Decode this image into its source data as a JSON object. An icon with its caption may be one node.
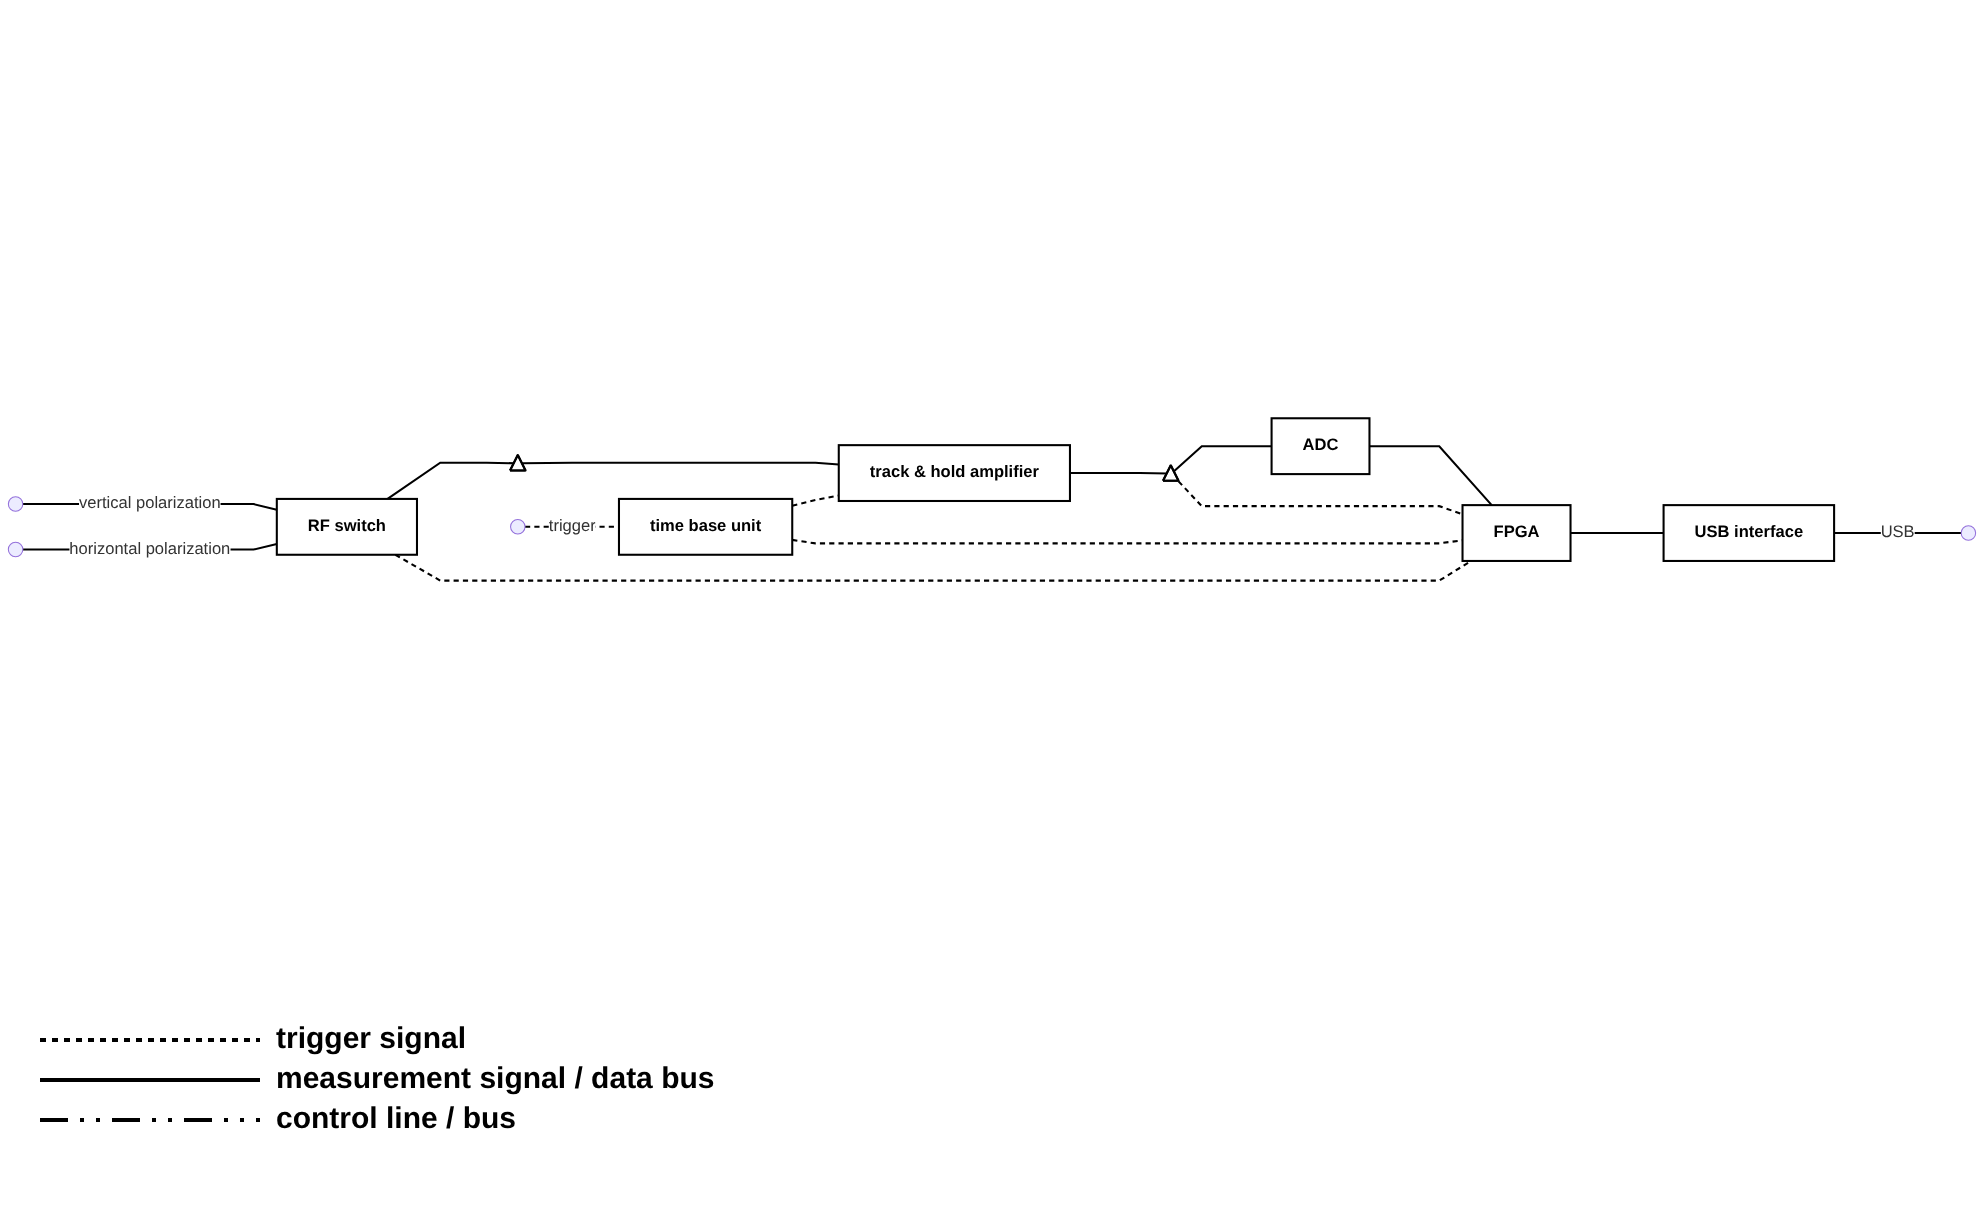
{
  "diagram": {
    "nodes": [
      {
        "text": [
          "time base unit"
        ]
      },
      {
        "text": [
          "RF switch"
        ]
      },
      {
        "text": [],
        "shape": "triangle"
      },
      {
        "text": [
          "track & hold amplifier"
        ]
      },
      {
        "text": [],
        "shape": "triangle"
      },
      {
        "text": [
          "ADC"
        ]
      },
      {
        "text": [
          "FPGA"
        ]
      },
      {
        "text": [
          "USB interface"
        ]
      }
    ],
    "edges": [
      {
        "from": null,
        "to": 0,
        "arrow": "none",
        "label": "trigger",
        "style": "dashed"
      },
      {
        "from": 0,
        "to": 3,
        "arrow": "none",
        "style": "dashed"
      },
      {
        "from": null,
        "to": 1,
        "arrow": "none",
        "label": "vertical polarization"
      },
      {
        "from": null,
        "to": 1,
        "arrow": "none",
        "label": "horizontal polarization"
      },
      {
        "from": 1,
        "to": 2,
        "arrow": "none"
      },
      {
        "from": 2,
        "to": 3,
        "arrow": "none"
      },
      {
        "from": 3,
        "to": 4,
        "arrow": "none"
      },
      {
        "from": 4,
        "to": 5,
        "arrow": "none"
      },
      {
        "from": 5,
        "to": 6,
        "arrow": "none"
      },
      {
        "from": 4,
        "to": 6,
        "arrow": "none",
        "style": "dashed"
      },
      {
        "from": 1,
        "to": 6,
        "arrow": "none",
        "style": "dashed"
      },
      {
        "from": 0,
        "to": 6,
        "arrow": "none",
        "style": "dashed"
      },
      {
        "from": 6,
        "to": 7,
        "arrow": "none"
      },
      {
        "from": 7,
        "to": null,
        "arrow": "none",
        "label": "USB"
      }
    ],
    "legend": [
      {
        "text": "trigger signal"
      },
      {
        "text": "measurement signal / data bus"
      },
      {
        "text": "control line / bus"
      }
    ]
  }
}
